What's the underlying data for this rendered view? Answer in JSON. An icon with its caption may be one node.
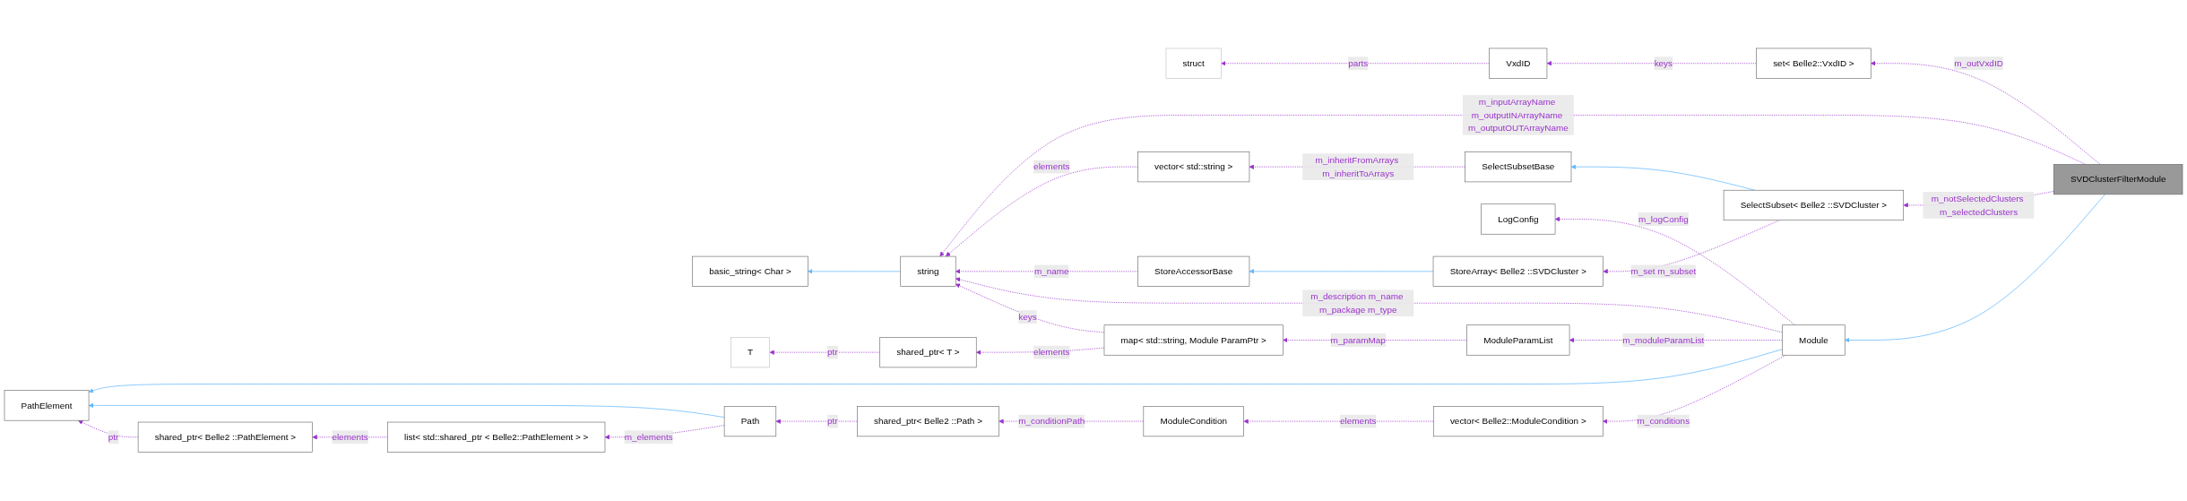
{
  "diagram": {
    "nodes": [
      {
        "text": [
          "PathElement"
        ]
      },
      {
        "text": [
          "shared_ptr< Belle2 ::PathElement >"
        ]
      },
      {
        "text": [
          "list< std::shared_ptr < Belle2::PathElement > >"
        ]
      },
      {
        "text": [
          "Path"
        ]
      },
      {
        "text": [
          "shared_ptr< Belle2 ::Path >"
        ]
      },
      {
        "text": [
          "ModuleCondition"
        ]
      },
      {
        "text": [
          "vector< Belle2::ModuleCondition >"
        ]
      },
      {
        "text": [
          "Module"
        ]
      },
      {
        "text": [
          "T"
        ]
      },
      {
        "text": [
          "shared_ptr< T >"
        ]
      },
      {
        "text": [
          "map< std::string, Module ParamPtr >"
        ]
      },
      {
        "text": [
          "ModuleParamList"
        ]
      },
      {
        "text": [
          "LogConfig"
        ]
      },
      {
        "text": [
          "basic_string< Char >"
        ]
      },
      {
        "text": [
          "string"
        ]
      },
      {
        "text": [
          "StoreAccessorBase"
        ]
      },
      {
        "text": [
          "StoreArray< Belle2 ::SVDCluster >"
        ]
      },
      {
        "text": [
          "vector< std::string >"
        ]
      },
      {
        "text": [
          "SelectSubsetBase"
        ]
      },
      {
        "text": [
          "SelectSubset< Belle2 ::SVDCluster >"
        ]
      },
      {
        "text": [
          "SVDClusterFilterModule"
        ]
      },
      {
        "text": [
          "struct"
        ]
      },
      {
        "text": [
          "VxdID"
        ]
      },
      {
        "text": [
          "set< Belle2::VxdID >"
        ]
      }
    ],
    "edges": [
      {
        "from": 1,
        "to": 0,
        "arrow": "to",
        "label": "ptr",
        "style": "dashed"
      },
      {
        "from": 2,
        "to": 1,
        "arrow": "to",
        "label": "elements",
        "style": "dashed"
      },
      {
        "from": 3,
        "to": 2,
        "arrow": "to",
        "label": "m_elements",
        "style": "dashed"
      },
      {
        "from": 3,
        "to": 0,
        "arrow": "to",
        "color": "#63b8ff"
      },
      {
        "from": 4,
        "to": 3,
        "arrow": "to",
        "label": "ptr",
        "style": "dashed"
      },
      {
        "from": 5,
        "to": 4,
        "arrow": "to",
        "label": "m_conditionPath",
        "style": "dashed"
      },
      {
        "from": 6,
        "to": 5,
        "arrow": "to",
        "label": "elements",
        "style": "dashed"
      },
      {
        "from": 7,
        "to": 6,
        "arrow": "to",
        "label": "m_conditions",
        "style": "dashed"
      },
      {
        "from": 7,
        "to": 0,
        "arrow": "to",
        "color": "#63b8ff"
      },
      {
        "from": 9,
        "to": 8,
        "arrow": "to",
        "label": "ptr",
        "style": "dashed"
      },
      {
        "from": 10,
        "to": 9,
        "arrow": "to",
        "label": "elements",
        "style": "dashed"
      },
      {
        "from": 10,
        "to": 14,
        "arrow": "to",
        "label": "keys",
        "style": "dashed"
      },
      {
        "from": 11,
        "to": 10,
        "arrow": "to",
        "label": "m_paramMap",
        "style": "dashed"
      },
      {
        "from": 7,
        "to": 11,
        "arrow": "to",
        "label": "m_moduleParamList",
        "style": "dashed"
      },
      {
        "from": 7,
        "to": 12,
        "arrow": "to",
        "label": "m_logConfig",
        "style": "dashed"
      },
      {
        "from": 7,
        "to": 14,
        "arrow": "to",
        "label": "m_description m_name m_package m_type",
        "style": "dashed"
      },
      {
        "from": 14,
        "to": 13,
        "arrow": "to",
        "color": "#63b8ff"
      },
      {
        "from": 15,
        "to": 14,
        "arrow": "to",
        "label": "m_name",
        "style": "dashed"
      },
      {
        "from": 17,
        "to": 14,
        "arrow": "to",
        "label": "elements",
        "style": "dashed"
      },
      {
        "from": 16,
        "to": 15,
        "arrow": "to",
        "color": "#63b8ff"
      },
      {
        "from": 19,
        "to": 16,
        "arrow": "to",
        "label": "m_set m_subset",
        "style": "dashed"
      },
      {
        "from": 18,
        "to": 17,
        "arrow": "to",
        "label": "m_inheritFromArrays m_inheritToArrays",
        "style": "dashed"
      },
      {
        "from": 19,
        "to": 18,
        "arrow": "to",
        "color": "#63b8ff"
      },
      {
        "from": 20,
        "to": 19,
        "arrow": "to",
        "label": "m_notSelectedClusters m_selectedClusters",
        "style": "dashed"
      },
      {
        "from": 20,
        "to": 14,
        "arrow": "to",
        "label": "m_inputArrayName m_outputINArrayName m_outputOUTArrayName",
        "style": "dashed"
      },
      {
        "from": 20,
        "to": 7,
        "arrow": "to",
        "color": "#63b8ff"
      },
      {
        "from": 22,
        "to": 21,
        "arrow": "to",
        "label": "parts",
        "style": "dashed"
      },
      {
        "from": 23,
        "to": 22,
        "arrow": "to",
        "label": "keys",
        "style": "dashed"
      },
      {
        "from": 20,
        "to": 23,
        "arrow": "to",
        "label": "m_outVxdID",
        "style": "dashed"
      }
    ]
  }
}
